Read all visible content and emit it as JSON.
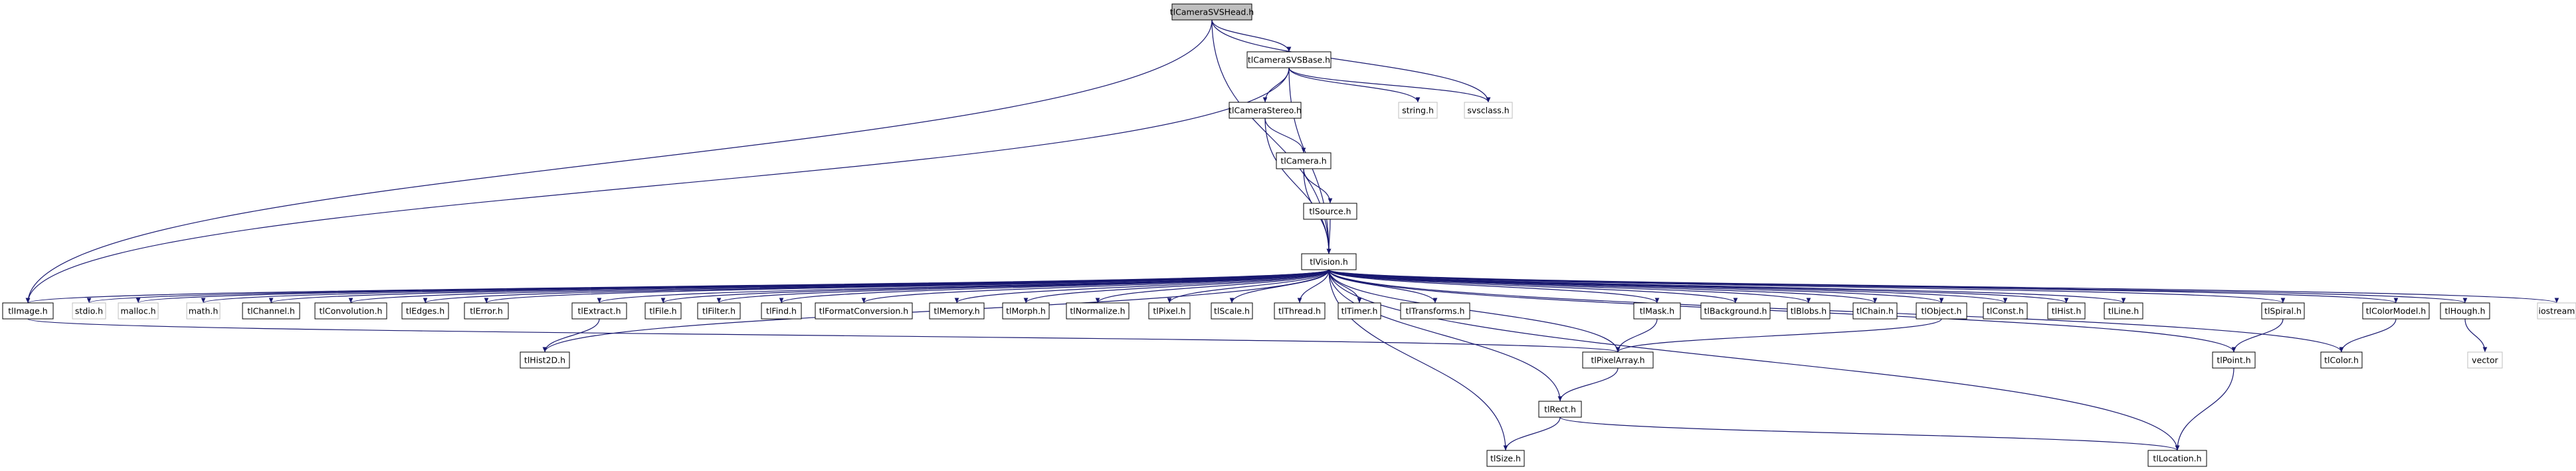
{
  "title": "tlCameraSVSHead.h",
  "colors": {
    "edge": "#191970",
    "node_border": "#000000",
    "node_border_external": "#bfbfbf",
    "root_fill": "#bfbfbf",
    "node_fill": "#ffffff",
    "text": "#000000"
  },
  "nodes": [
    {
      "id": "head",
      "label": "tlCameraSVSHead.h",
      "kind": "root"
    },
    {
      "id": "svsbase",
      "label": "tlCameraSVSBase.h",
      "kind": "local"
    },
    {
      "id": "string",
      "label": "string.h",
      "kind": "external"
    },
    {
      "id": "svsclass",
      "label": "svsclass.h",
      "kind": "external"
    },
    {
      "id": "stereo",
      "label": "tlCameraStereo.h",
      "kind": "local"
    },
    {
      "id": "camera",
      "label": "tlCamera.h",
      "kind": "local"
    },
    {
      "id": "source",
      "label": "tlSource.h",
      "kind": "local"
    },
    {
      "id": "vision",
      "label": "tlVision.h",
      "kind": "local"
    },
    {
      "id": "image",
      "label": "tlImage.h",
      "kind": "local"
    },
    {
      "id": "stdio",
      "label": "stdio.h",
      "kind": "external"
    },
    {
      "id": "malloc",
      "label": "malloc.h",
      "kind": "external"
    },
    {
      "id": "math",
      "label": "math.h",
      "kind": "external"
    },
    {
      "id": "channel",
      "label": "tlChannel.h",
      "kind": "local"
    },
    {
      "id": "convolution",
      "label": "tlConvolution.h",
      "kind": "local"
    },
    {
      "id": "edges",
      "label": "tlEdges.h",
      "kind": "local"
    },
    {
      "id": "error",
      "label": "tlError.h",
      "kind": "local"
    },
    {
      "id": "extract",
      "label": "tlExtract.h",
      "kind": "local"
    },
    {
      "id": "file",
      "label": "tlFile.h",
      "kind": "local"
    },
    {
      "id": "filter",
      "label": "tlFilter.h",
      "kind": "local"
    },
    {
      "id": "find",
      "label": "tlFind.h",
      "kind": "local"
    },
    {
      "id": "formatconv",
      "label": "tlFormatConversion.h",
      "kind": "local"
    },
    {
      "id": "memory",
      "label": "tlMemory.h",
      "kind": "local"
    },
    {
      "id": "morph",
      "label": "tlMorph.h",
      "kind": "local"
    },
    {
      "id": "normalize",
      "label": "tlNormalize.h",
      "kind": "local"
    },
    {
      "id": "pixel",
      "label": "tlPixel.h",
      "kind": "local"
    },
    {
      "id": "scale",
      "label": "tlScale.h",
      "kind": "local"
    },
    {
      "id": "thread",
      "label": "tlThread.h",
      "kind": "local"
    },
    {
      "id": "timer",
      "label": "tlTimer.h",
      "kind": "local"
    },
    {
      "id": "transforms",
      "label": "tlTransforms.h",
      "kind": "local"
    },
    {
      "id": "mask",
      "label": "tlMask.h",
      "kind": "local"
    },
    {
      "id": "background",
      "label": "tlBackground.h",
      "kind": "local"
    },
    {
      "id": "blobs",
      "label": "tlBlobs.h",
      "kind": "local"
    },
    {
      "id": "chain",
      "label": "tlChain.h",
      "kind": "local"
    },
    {
      "id": "object",
      "label": "tlObject.h",
      "kind": "local"
    },
    {
      "id": "const",
      "label": "tlConst.h",
      "kind": "local"
    },
    {
      "id": "hist",
      "label": "tlHist.h",
      "kind": "local"
    },
    {
      "id": "line",
      "label": "tlLine.h",
      "kind": "local"
    },
    {
      "id": "spiral",
      "label": "tlSpiral.h",
      "kind": "local"
    },
    {
      "id": "colormodel",
      "label": "tlColorModel.h",
      "kind": "local"
    },
    {
      "id": "hough",
      "label": "tlHough.h",
      "kind": "local"
    },
    {
      "id": "iostream",
      "label": "iostream",
      "kind": "external"
    },
    {
      "id": "hist2d",
      "label": "tlHist2D.h",
      "kind": "local"
    },
    {
      "id": "pixelarray",
      "label": "tlPixelArray.h",
      "kind": "local"
    },
    {
      "id": "point",
      "label": "tlPoint.h",
      "kind": "local"
    },
    {
      "id": "color",
      "label": "tlColor.h",
      "kind": "local"
    },
    {
      "id": "vector",
      "label": "vector",
      "kind": "external"
    },
    {
      "id": "rect",
      "label": "tlRect.h",
      "kind": "local"
    },
    {
      "id": "location",
      "label": "tlLocation.h",
      "kind": "local"
    },
    {
      "id": "size",
      "label": "tlSize.h",
      "kind": "local"
    }
  ],
  "edges": [
    [
      "head",
      "svsbase"
    ],
    [
      "head",
      "svsclass"
    ],
    [
      "head",
      "vision"
    ],
    [
      "head",
      "image"
    ],
    [
      "svsbase",
      "string"
    ],
    [
      "svsbase",
      "svsclass"
    ],
    [
      "svsbase",
      "stereo"
    ],
    [
      "svsbase",
      "vision"
    ],
    [
      "svsbase",
      "image"
    ],
    [
      "stereo",
      "camera"
    ],
    [
      "stereo",
      "vision"
    ],
    [
      "camera",
      "source"
    ],
    [
      "camera",
      "vision"
    ],
    [
      "source",
      "vision"
    ],
    [
      "vision",
      "image"
    ],
    [
      "vision",
      "stdio"
    ],
    [
      "vision",
      "malloc"
    ],
    [
      "vision",
      "math"
    ],
    [
      "vision",
      "channel"
    ],
    [
      "vision",
      "convolution"
    ],
    [
      "vision",
      "edges"
    ],
    [
      "vision",
      "error"
    ],
    [
      "vision",
      "extract"
    ],
    [
      "vision",
      "file"
    ],
    [
      "vision",
      "filter"
    ],
    [
      "vision",
      "find"
    ],
    [
      "vision",
      "formatconv"
    ],
    [
      "vision",
      "memory"
    ],
    [
      "vision",
      "morph"
    ],
    [
      "vision",
      "normalize"
    ],
    [
      "vision",
      "pixel"
    ],
    [
      "vision",
      "scale"
    ],
    [
      "vision",
      "thread"
    ],
    [
      "vision",
      "timer"
    ],
    [
      "vision",
      "transforms"
    ],
    [
      "vision",
      "mask"
    ],
    [
      "vision",
      "background"
    ],
    [
      "vision",
      "blobs"
    ],
    [
      "vision",
      "chain"
    ],
    [
      "vision",
      "object"
    ],
    [
      "vision",
      "const"
    ],
    [
      "vision",
      "hist"
    ],
    [
      "vision",
      "line"
    ],
    [
      "vision",
      "spiral"
    ],
    [
      "vision",
      "colormodel"
    ],
    [
      "vision",
      "hough"
    ],
    [
      "vision",
      "iostream"
    ],
    [
      "vision",
      "hist2d"
    ],
    [
      "vision",
      "pixelarray"
    ],
    [
      "vision",
      "point"
    ],
    [
      "vision",
      "color"
    ],
    [
      "vision",
      "rect"
    ],
    [
      "vision",
      "location"
    ],
    [
      "vision",
      "size"
    ],
    [
      "image",
      "pixelarray"
    ],
    [
      "extract",
      "hist2d"
    ],
    [
      "mask",
      "pixelarray"
    ],
    [
      "object",
      "pixelarray"
    ],
    [
      "pixelarray",
      "rect"
    ],
    [
      "rect",
      "size"
    ],
    [
      "rect",
      "location"
    ],
    [
      "spiral",
      "point"
    ],
    [
      "point",
      "location"
    ],
    [
      "colormodel",
      "color"
    ],
    [
      "hough",
      "vector"
    ]
  ]
}
